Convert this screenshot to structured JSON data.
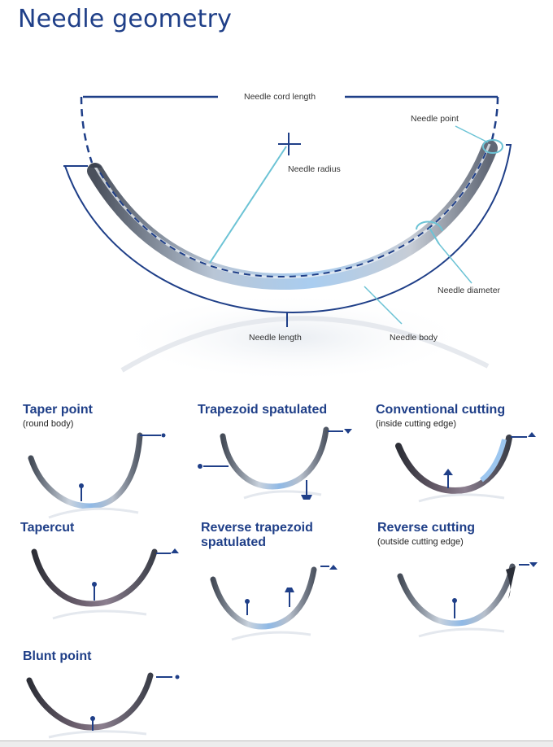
{
  "title": "Needle geometry",
  "diagram": {
    "labels": {
      "cord_length": "Needle cord length",
      "point": "Needle point",
      "radius": "Needle radius",
      "diameter": "Needle diameter",
      "length": "Needle length",
      "body": "Needle body"
    }
  },
  "types": [
    {
      "name": "Taper point",
      "subtitle": "(round body)"
    },
    {
      "name": "Trapezoid spatulated",
      "subtitle": ""
    },
    {
      "name": "Conventional cutting",
      "subtitle": "(inside cutting edge)"
    },
    {
      "name": "Tapercut",
      "subtitle": ""
    },
    {
      "name": "Reverse trapezoid",
      "name2": "spatulated",
      "subtitle": ""
    },
    {
      "name": "Reverse cutting",
      "subtitle": "(outside cutting edge)"
    },
    {
      "name": "Blunt point",
      "subtitle": ""
    }
  ],
  "colors": {
    "accent": "#1f3f88",
    "guide": "#6cc3d5",
    "needle_steel": "#8e97a6",
    "needle_blue": "#9fc6ea"
  }
}
